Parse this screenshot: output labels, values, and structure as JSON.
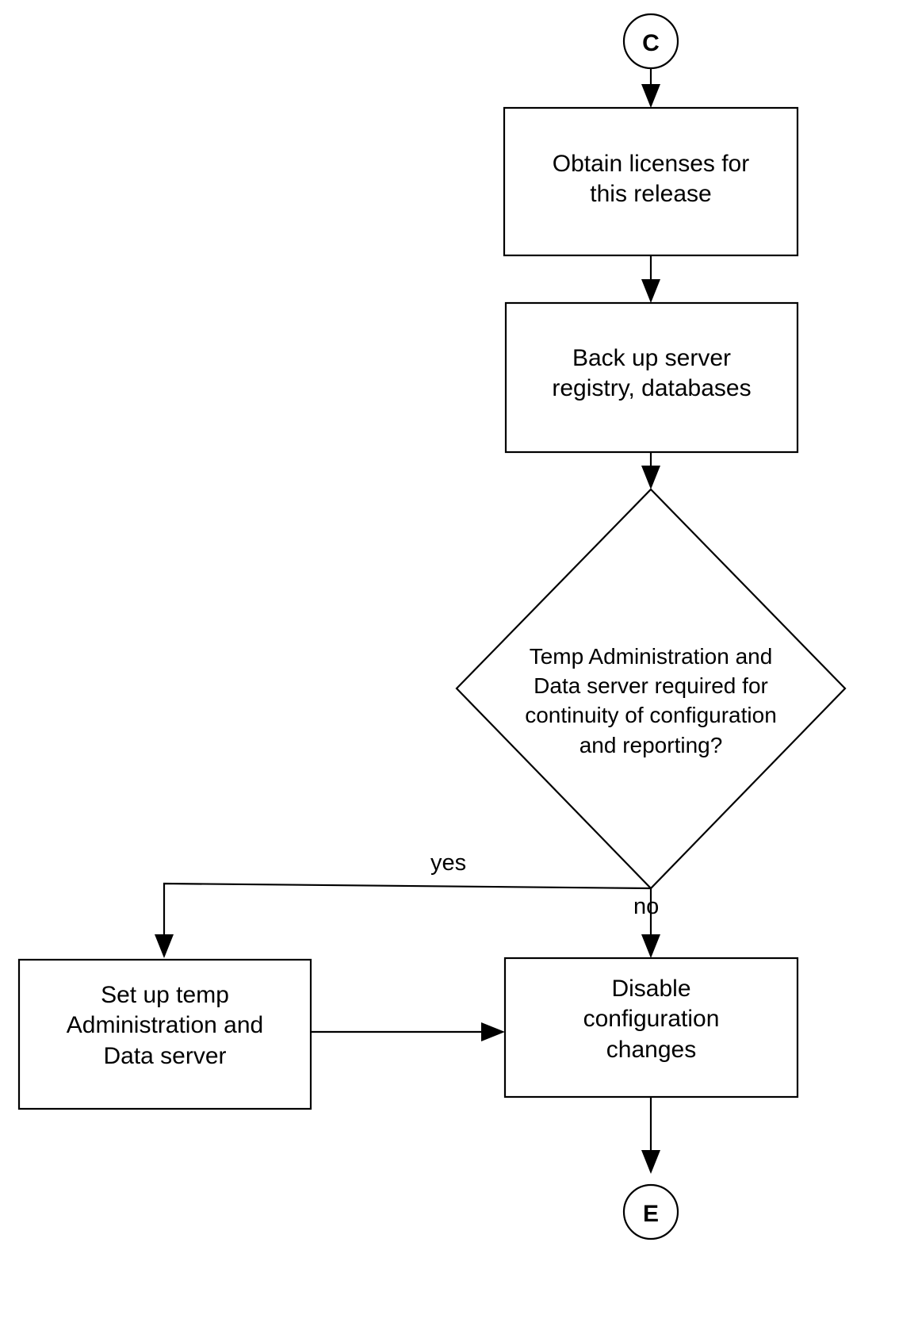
{
  "diagram": {
    "type": "flowchart",
    "title": "",
    "nodes": {
      "connector_c": {
        "label": "C",
        "shape": "circle"
      },
      "obtain_licenses": {
        "label": "Obtain licenses for\nthis release",
        "shape": "process"
      },
      "back_up_server": {
        "label": "Back up server\nregistry, databases",
        "shape": "process"
      },
      "temp_server_decision": {
        "label": "Temp Administration and\nData server required for\ncontinuity of configuration\nand reporting?",
        "shape": "decision"
      },
      "set_up_temp_server": {
        "label": "Set up temp\nAdministration and\nData server",
        "shape": "process"
      },
      "disable_config_changes": {
        "label": "Disable\nconfiguration\nchanges",
        "shape": "process"
      },
      "connector_e": {
        "label": "E",
        "shape": "circle"
      }
    },
    "edges": {
      "yes_label": "yes",
      "no_label": "no"
    },
    "colors": {
      "stroke": "#000000",
      "fill": "#ffffff",
      "text": "#000000"
    }
  }
}
